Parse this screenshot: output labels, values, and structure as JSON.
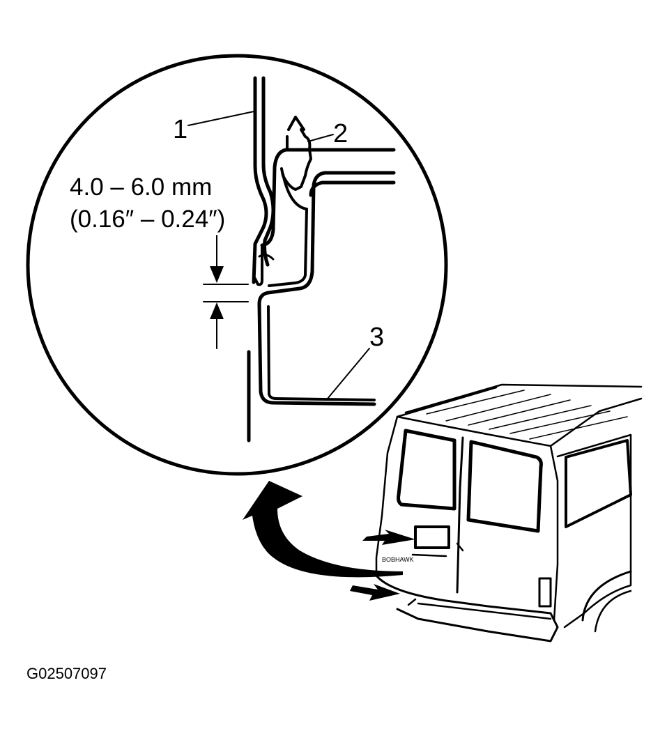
{
  "callouts": {
    "c1": "1",
    "c2": "2",
    "c3": "3"
  },
  "dimension": {
    "metric": "4.0 – 6.0 mm",
    "imperial": "(0.16″ – 0.24″)"
  },
  "van": {
    "plate_text": "BOBHAWK"
  },
  "figure_id": "G02507097",
  "colors": {
    "ink": "#000000",
    "paper": "#ffffff"
  },
  "icons": {
    "arrow": "curved-arrow",
    "pointer": "arrow-head"
  }
}
